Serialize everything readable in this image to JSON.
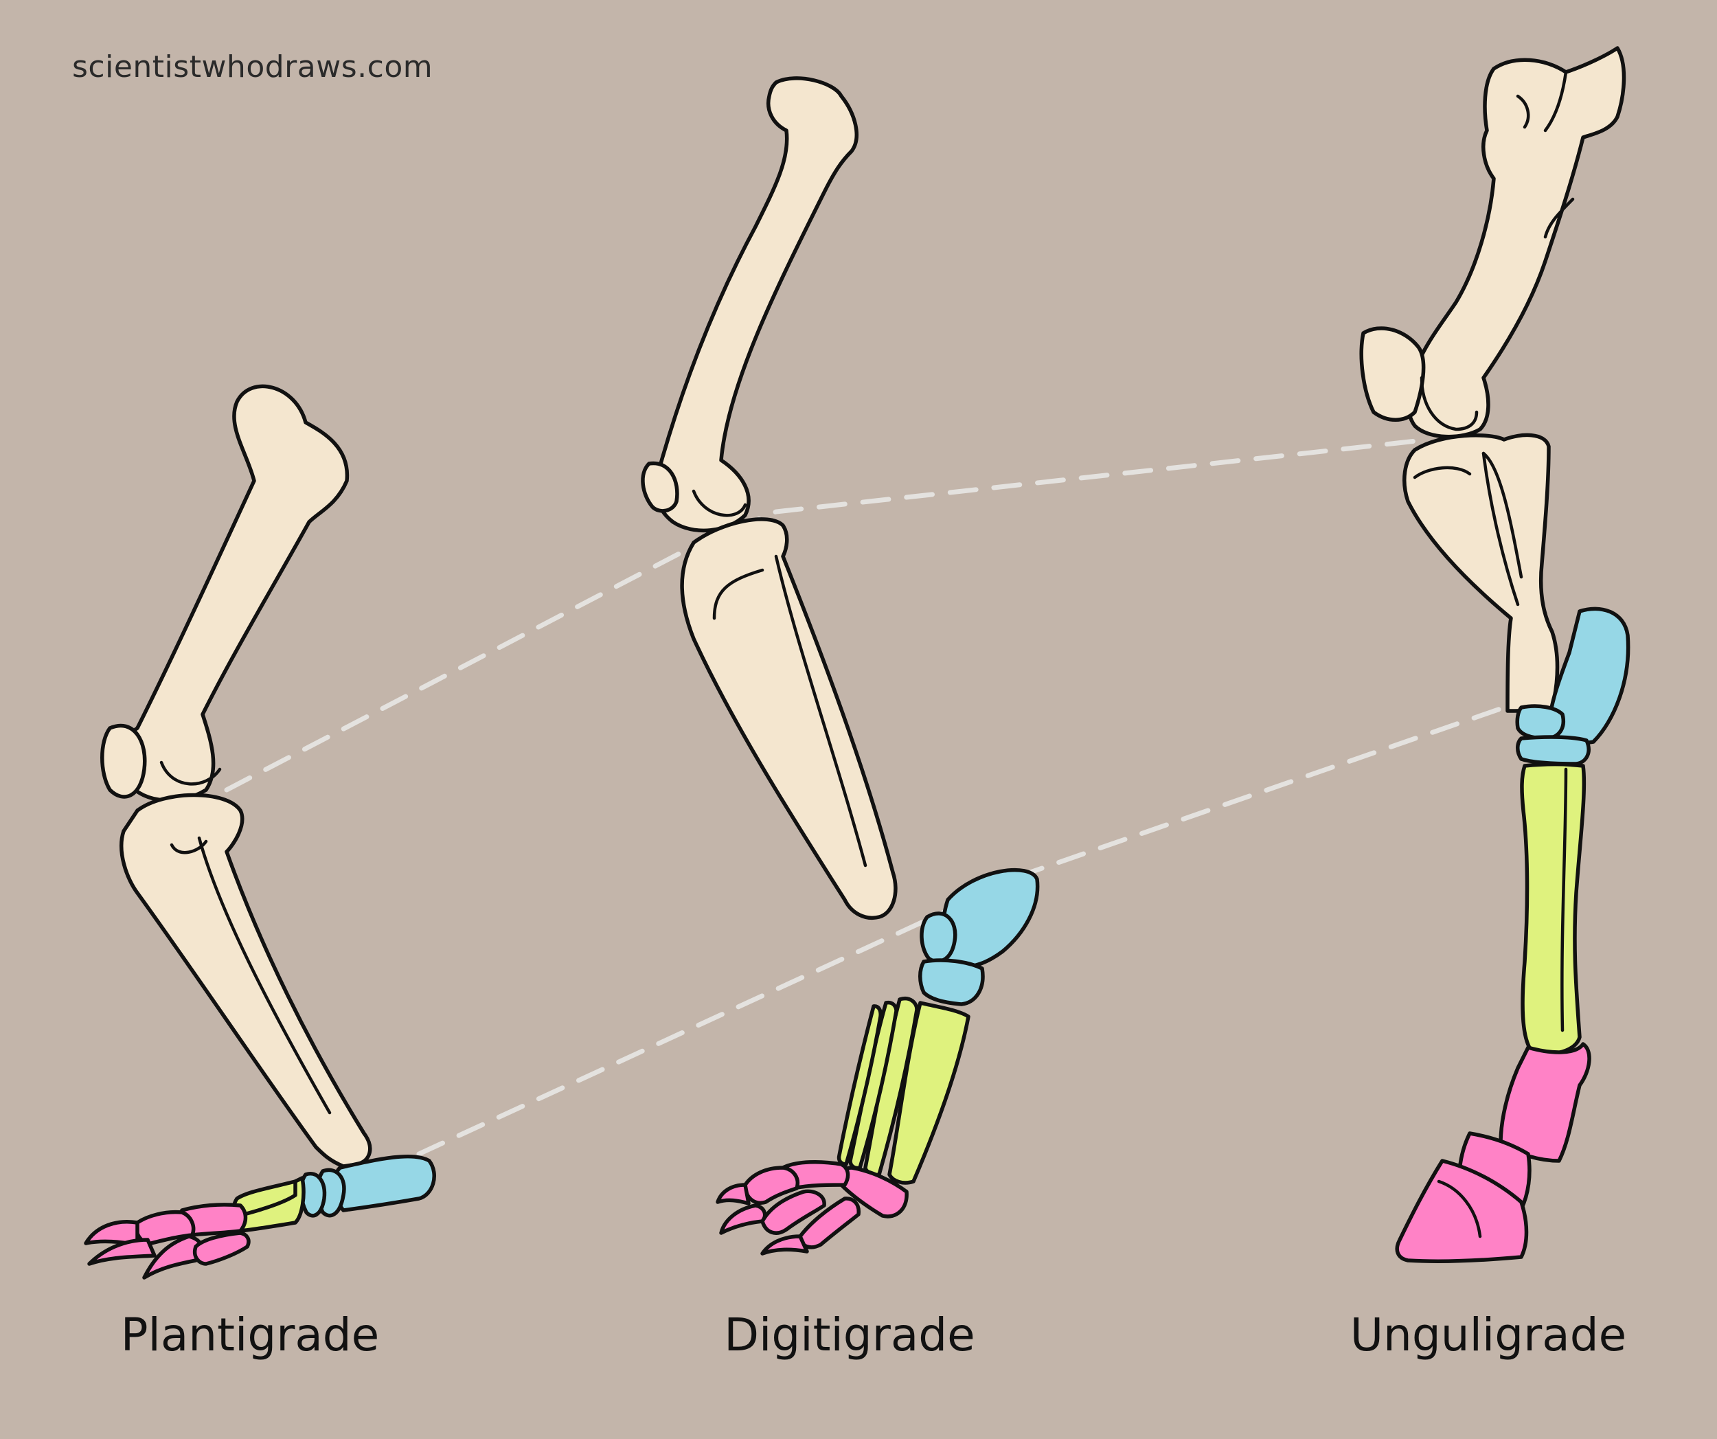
{
  "site": {
    "text": "scientistwhodraws.com"
  },
  "legs": [
    {
      "label": "Plantigrade"
    },
    {
      "label": "Digitigrade"
    },
    {
      "label": "Unguligrade"
    }
  ],
  "colors": {
    "background": "#c3b5aa",
    "bone": "#f4e6cf",
    "carpals": "#96d7e6",
    "metacarpals": "#dff27e",
    "phalanges": "#ff82c6",
    "guide_lines": "#e4e2df",
    "outline": "#111111"
  }
}
